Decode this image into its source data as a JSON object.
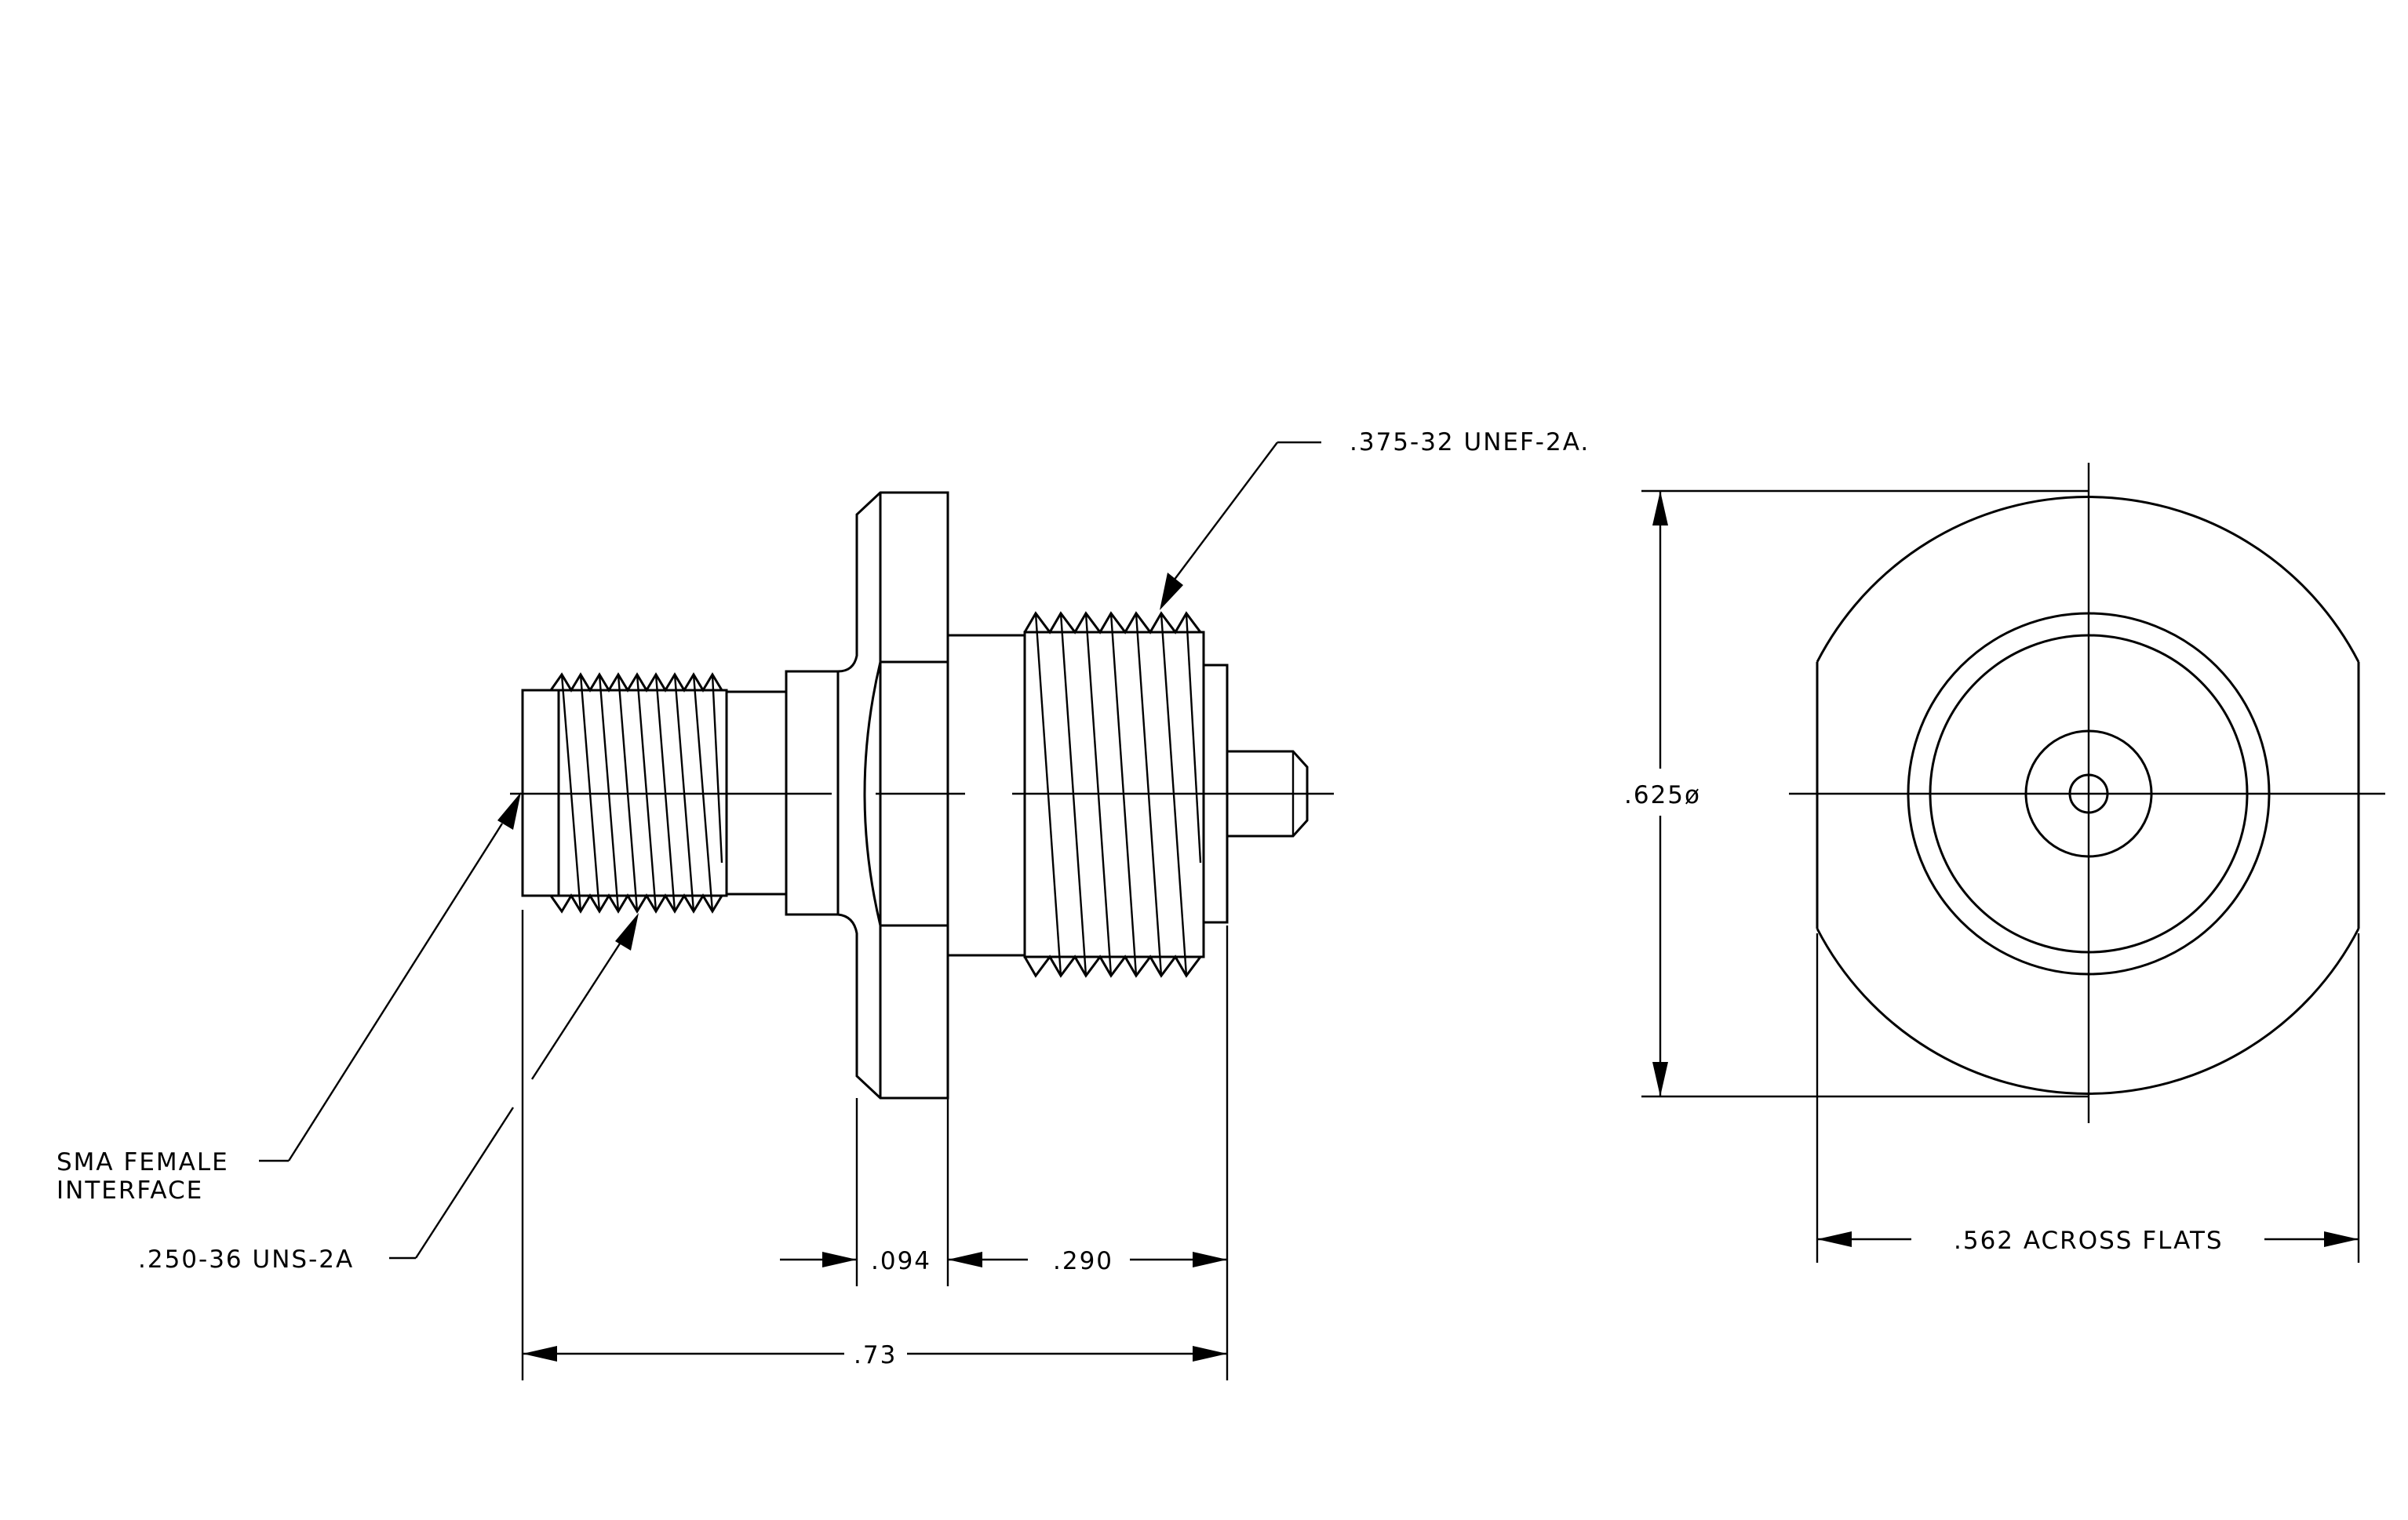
{
  "labels": {
    "thread_large": ".375-32 UNEF-2A.",
    "sma_line1": "SMA FEMALE",
    "sma_line2": "INTERFACE",
    "thread_small": ".250-36 UNS-2A",
    "dim_flange": ".094",
    "dim_thread": ".290",
    "dim_overall": ".73",
    "dim_diameter": ".625ø",
    "dim_flats": ".562 ACROSS FLATS"
  }
}
